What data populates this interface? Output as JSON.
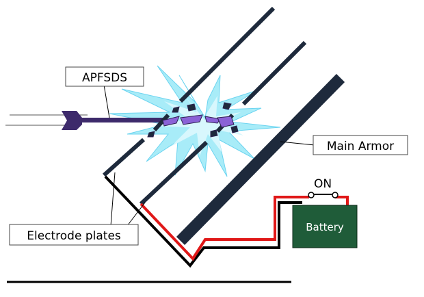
{
  "labels": {
    "projectile": "APFSDS",
    "main_armor": "Main Armor",
    "electrodes": "Electrode plates",
    "battery": "Battery",
    "switch_state": "ON"
  },
  "colors": {
    "armor": "#1e2a3c",
    "projectile": "#3d2a6b",
    "fragments": "#8a62d6",
    "flash": "#a8ecf8",
    "flash_edge": "#6cd4f0",
    "battery": "#1f5c39",
    "wire_positive": "#e01818",
    "wire_negative": "#000000",
    "background": "#ffffff"
  }
}
